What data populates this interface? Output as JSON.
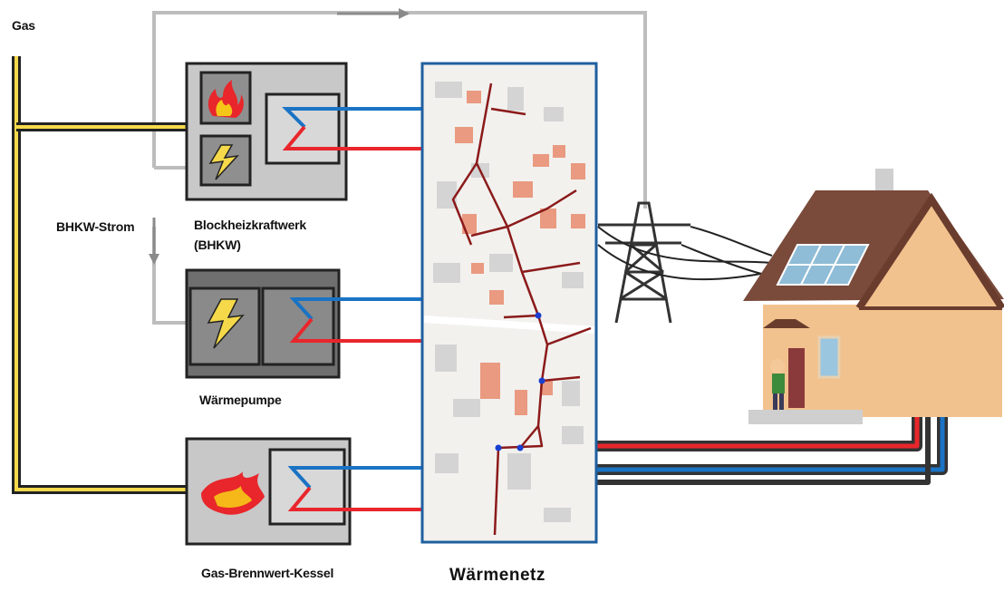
{
  "labels": {
    "gas": "Gas",
    "bhkw_strom": "BHKW-Strom",
    "bhkw_name_line1": "Blockheizkraftwerk",
    "bhkw_name_line2": "(BHKW)",
    "heat_pump": "Wärmepumpe",
    "boiler": "Gas-Brennwert-Kessel",
    "network": "Wärmenetz"
  },
  "colors": {
    "gas_line": "#f5d94a",
    "grid_line": "#222222",
    "power_line": "#bdbdbd",
    "supply_hot": "#e8262b",
    "return_cold": "#1a73c4",
    "unit_fill": "#c8c8c8",
    "unit_dark_fill": "#6f6f6f",
    "map_frame": "#1f5f9f",
    "pipe_map": "#8b1a1a"
  },
  "icons": [
    "flame-icon",
    "lightning-icon",
    "heat-exchanger-icon",
    "power-tower-icon",
    "house-icon",
    "solar-panel-icon",
    "person-icon"
  ]
}
